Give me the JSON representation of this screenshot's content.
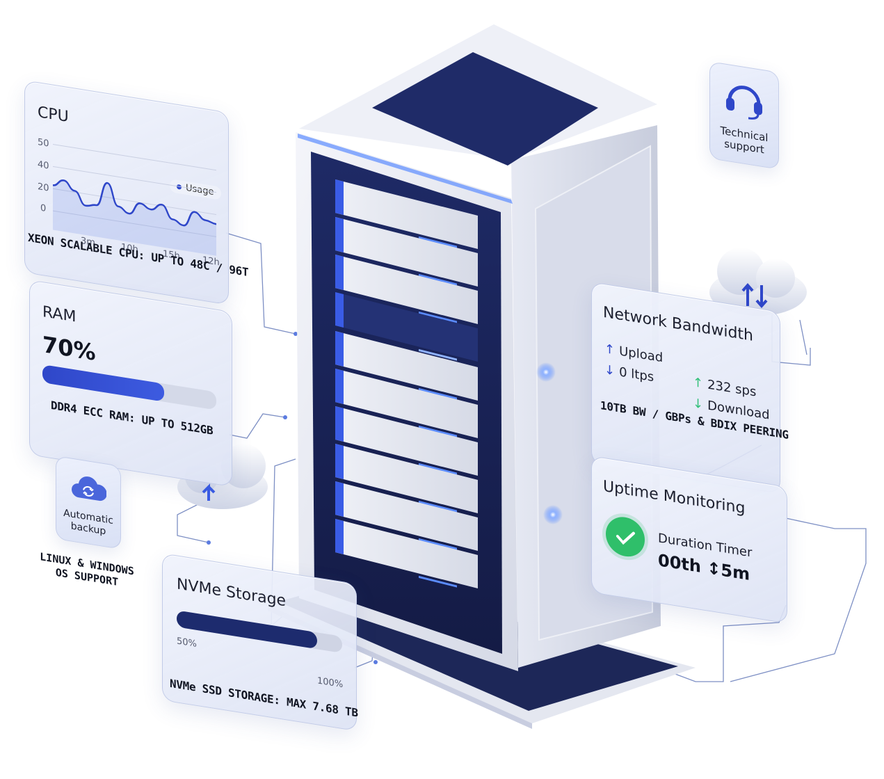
{
  "cpu": {
    "title": "CPU",
    "legend": "Usage",
    "y_ticks": [
      "50",
      "40",
      "20",
      "0"
    ],
    "x_ticks": [
      "3m",
      "10h",
      "15h",
      "12h"
    ],
    "caption": "XEON SCALABLE CPU: UP TO 48C / 96T",
    "chart_data": {
      "type": "line",
      "series": [
        {
          "name": "Usage",
          "values": [
            20,
            26,
            18,
            6,
            8,
            30,
            10,
            5,
            16,
            12,
            18,
            6,
            2,
            16,
            10,
            8
          ]
        }
      ],
      "ylim": [
        0,
        50
      ]
    }
  },
  "ram": {
    "title": "RAM",
    "percent_label": "70%",
    "fill": 0.7,
    "caption": "DDR4 ECC RAM: UP TO 512GB"
  },
  "storage": {
    "title": "NVMe Storage",
    "start_label": "50%",
    "end_label": "100%",
    "fill": 0.85,
    "caption": "NVMe SSD STORAGE: MAX 7.68 TB"
  },
  "network": {
    "title": "Network Bandwidth",
    "upload_label": "Upload",
    "upload_rate": "0 ltps",
    "download_rate": "232 sps",
    "download_label": "Download",
    "caption": "10TB BW / GBPs & BDIX PEERING"
  },
  "uptime": {
    "title": "Uptime Monitoring",
    "timer_label": "Duration Timer",
    "timer_value": "00th ↕5m"
  },
  "support": {
    "label_line1": "Technical",
    "label_line2": "support"
  },
  "backup": {
    "label_line1": "Automatic",
    "label_line2": "backup"
  },
  "os_caption": {
    "line1": "LINUX & WINDOWS",
    "line2": "OS SUPPORT"
  },
  "colors": {
    "accent": "#2f47c9",
    "accent_dark": "#1d2b6e",
    "glow": "#5b8cff",
    "success": "#2fbf6a",
    "arrow_up": "#33c07a",
    "arrow_down": "#2f47c9"
  }
}
